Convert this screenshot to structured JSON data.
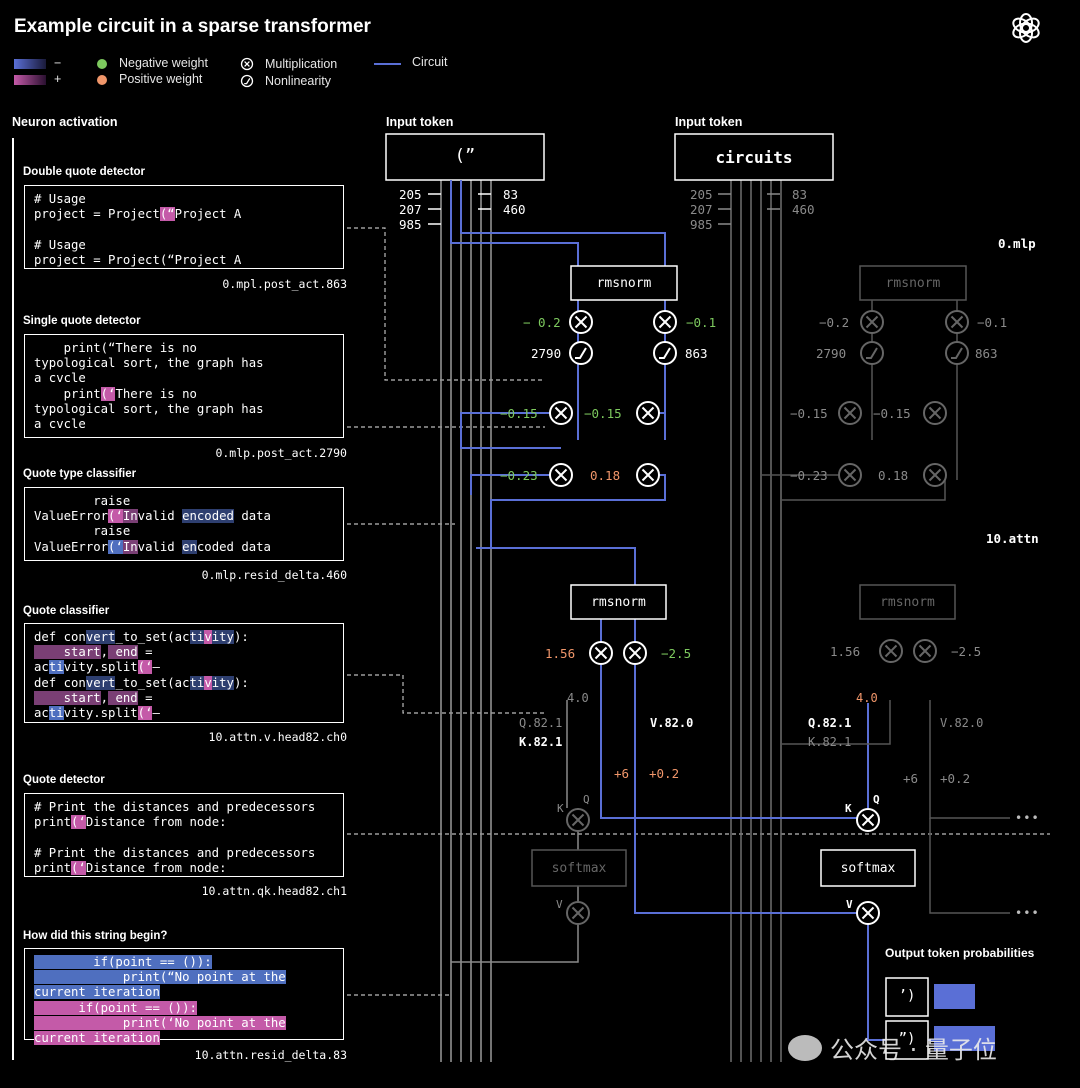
{
  "title": "Example circuit in a sparse transformer",
  "legend": {
    "minus_sign": "−",
    "plus_sign": "+",
    "negative_weight": "Negative weight",
    "positive_weight": "Positive weight",
    "multiplication": "Multiplication",
    "nonlinearity": "Nonlinearity",
    "circuit": "Circuit"
  },
  "colors": {
    "circuit_blue": "#5a6fd6",
    "negative_green": "#7dc95e",
    "positive_orange": "#f0966a",
    "highlight_pink": "#c45aa8",
    "highlight_blue": "#4f6fbf",
    "dim_gray": "#6f6f6f"
  },
  "neuron_activation_label": "Neuron activation",
  "examples": [
    {
      "title": "Double quote detector",
      "caption": "0.mpl.post_act.863",
      "lines": [
        [
          {
            "t": "# Usage"
          }
        ],
        [
          {
            "t": "project = Project"
          },
          {
            "t": "(“",
            "h": "hlp"
          },
          {
            "t": "Project A"
          }
        ],
        [
          {
            "t": ""
          }
        ],
        [
          {
            "t": "# Usage"
          }
        ],
        [
          {
            "t": "project = Project(“Project A"
          }
        ]
      ]
    },
    {
      "title": "Single quote detector",
      "caption": "0.mlp.post_act.2790",
      "lines": [
        [
          {
            "t": "    print(“There is no"
          }
        ],
        [
          {
            "t": "typological sort, the graph has"
          }
        ],
        [
          {
            "t": "a cvcle"
          }
        ],
        [
          {
            "t": "    print"
          },
          {
            "t": "(‘",
            "h": "hlp"
          },
          {
            "t": "There is no"
          }
        ],
        [
          {
            "t": "typological sort, the graph has"
          }
        ],
        [
          {
            "t": "a cvcle"
          }
        ]
      ]
    },
    {
      "title": "Quote type classifier",
      "caption": "0.mlp.resid_delta.460",
      "lines": [
        [
          {
            "t": "        raise"
          }
        ],
        [
          {
            "t": "ValueError"
          },
          {
            "t": "(‘",
            "h": "hlp"
          },
          {
            "t": "In",
            "h": "hlpl"
          },
          {
            "t": "valid "
          },
          {
            "t": "encoded",
            "h": "hlbd"
          },
          {
            "t": " data"
          }
        ],
        [
          {
            "t": "        raise"
          }
        ],
        [
          {
            "t": "ValueError"
          },
          {
            "t": "(‘",
            "h": "hlb"
          },
          {
            "t": "In",
            "h": "hlpl"
          },
          {
            "t": "valid "
          },
          {
            "t": "en",
            "h": "hlbd"
          },
          {
            "t": "coded data"
          }
        ]
      ]
    },
    {
      "title": "Quote classifier",
      "caption": "10.attn.v.head82.ch0",
      "lines": [
        [
          {
            "t": "def con"
          },
          {
            "t": "vert",
            "h": "hlbd"
          },
          {
            "t": "_to_set(ac"
          },
          {
            "t": "ti",
            "h": "hlbd"
          },
          {
            "t": "v",
            "h": "hlp"
          },
          {
            "t": "ity",
            "h": "hlbd"
          },
          {
            "t": "):"
          }
        ],
        [
          {
            "t": "    start",
            "h": "hlpl"
          },
          {
            "t": ","
          },
          {
            "t": " end",
            "h": "hlpl"
          },
          {
            "t": " ="
          }
        ],
        [
          {
            "t": "ac"
          },
          {
            "t": "ti",
            "h": "hlb"
          },
          {
            "t": "vity.split"
          },
          {
            "t": "(‘",
            "h": "hlp"
          },
          {
            "t": "–"
          }
        ],
        [
          {
            "t": "def con"
          },
          {
            "t": "vert",
            "h": "hlbd"
          },
          {
            "t": "_to_set(ac"
          },
          {
            "t": "ti",
            "h": "hlbd"
          },
          {
            "t": "v",
            "h": "hlp"
          },
          {
            "t": "ity",
            "h": "hlbd"
          },
          {
            "t": "):"
          }
        ],
        [
          {
            "t": "    start",
            "h": "hlpl"
          },
          {
            "t": ","
          },
          {
            "t": " end",
            "h": "hlpl"
          },
          {
            "t": " ="
          }
        ],
        [
          {
            "t": "ac"
          },
          {
            "t": "ti",
            "h": "hlb"
          },
          {
            "t": "vity.split"
          },
          {
            "t": "(‘",
            "h": "hlp"
          },
          {
            "t": "–"
          }
        ]
      ]
    },
    {
      "title": "Quote detector",
      "caption": "10.attn.qk.head82.ch1",
      "lines": [
        [
          {
            "t": "# Print the distances and predecessors"
          }
        ],
        [
          {
            "t": "print"
          },
          {
            "t": "(‘",
            "h": "hlp"
          },
          {
            "t": "Distance from node:"
          }
        ],
        [
          {
            "t": ""
          }
        ],
        [
          {
            "t": "# Print the distances and predecessors"
          }
        ],
        [
          {
            "t": "print"
          },
          {
            "t": "(‘",
            "h": "hlp"
          },
          {
            "t": "Distance from node:"
          }
        ]
      ]
    },
    {
      "title": "How did this string begin?",
      "caption": "10.attn.resid_delta.83",
      "lines": [
        [
          {
            "t": "        if(point == ()):",
            "h": "hlb"
          }
        ],
        [
          {
            "t": "            print(“No point at the",
            "h": "hlb"
          }
        ],
        [
          {
            "t": "current iteration",
            "h": "hlb"
          }
        ],
        [
          {
            "t": "      if(point == ()):",
            "h": "hlp"
          }
        ],
        [
          {
            "t": "            print(‘No point at the",
            "h": "hlp"
          }
        ],
        [
          {
            "t": "current iteration",
            "h": "hlp"
          }
        ]
      ]
    }
  ],
  "left_column": {
    "input_label": "Input token",
    "token": "(”",
    "features_left": [
      "205",
      "207",
      "985"
    ],
    "features_right": [
      "83",
      "460"
    ],
    "mlp_rmsnorm": "rmsnorm",
    "w_left": "− 0.2",
    "w_right": "−0.1",
    "nl_left": "2790",
    "nl_right": "863",
    "w_row1_a": "−0.15",
    "w_row1_b": "−0.15",
    "w_row2_a": "−0.23",
    "w_row2_b": "0.18",
    "attn_rmsnorm": "rmsnorm",
    "attn_w_left": "1.56",
    "attn_w_right": "−2.5",
    "scale": "4.0",
    "q_label": "Q.82.1",
    "k_label": "K.82.1",
    "v_label": "V.82.0",
    "w_v1": "+6",
    "w_v2": "+0.2",
    "k": "K",
    "q": "Q",
    "v": "V",
    "softmax": "softmax"
  },
  "right_column": {
    "input_label": "Input token",
    "token": "circuits",
    "features_left": [
      "205",
      "207",
      "985"
    ],
    "features_right": [
      "83",
      "460"
    ],
    "mlp_label": "0.mlp",
    "attn_label": "10.attn",
    "mlp_rmsnorm": "rmsnorm",
    "w_left": "−0.2",
    "w_right": "−0.1",
    "nl_left": "2790",
    "nl_right": "863",
    "w_row1_a": "−0.15",
    "w_row1_b": "−0.15",
    "w_row2_a": "−0.23",
    "w_row2_b": "0.18",
    "attn_rmsnorm": "rmsnorm",
    "attn_w_left": "1.56",
    "attn_w_right": "−2.5",
    "scale": "4.0",
    "q_label": "Q.82.1",
    "k_label": "K.82.1",
    "v_label": "V.82.0",
    "w_v1": "+6",
    "w_v2": "+0.2",
    "k": "K",
    "q": "Q",
    "v": "V",
    "softmax": "softmax"
  },
  "output": {
    "label": "Output token probabilities",
    "tokens": [
      "’)",
      "”)"
    ],
    "probabilities": [
      0.45,
      0.68
    ]
  },
  "ellipsis": "•••",
  "watermark": "公众号 · 量子位"
}
